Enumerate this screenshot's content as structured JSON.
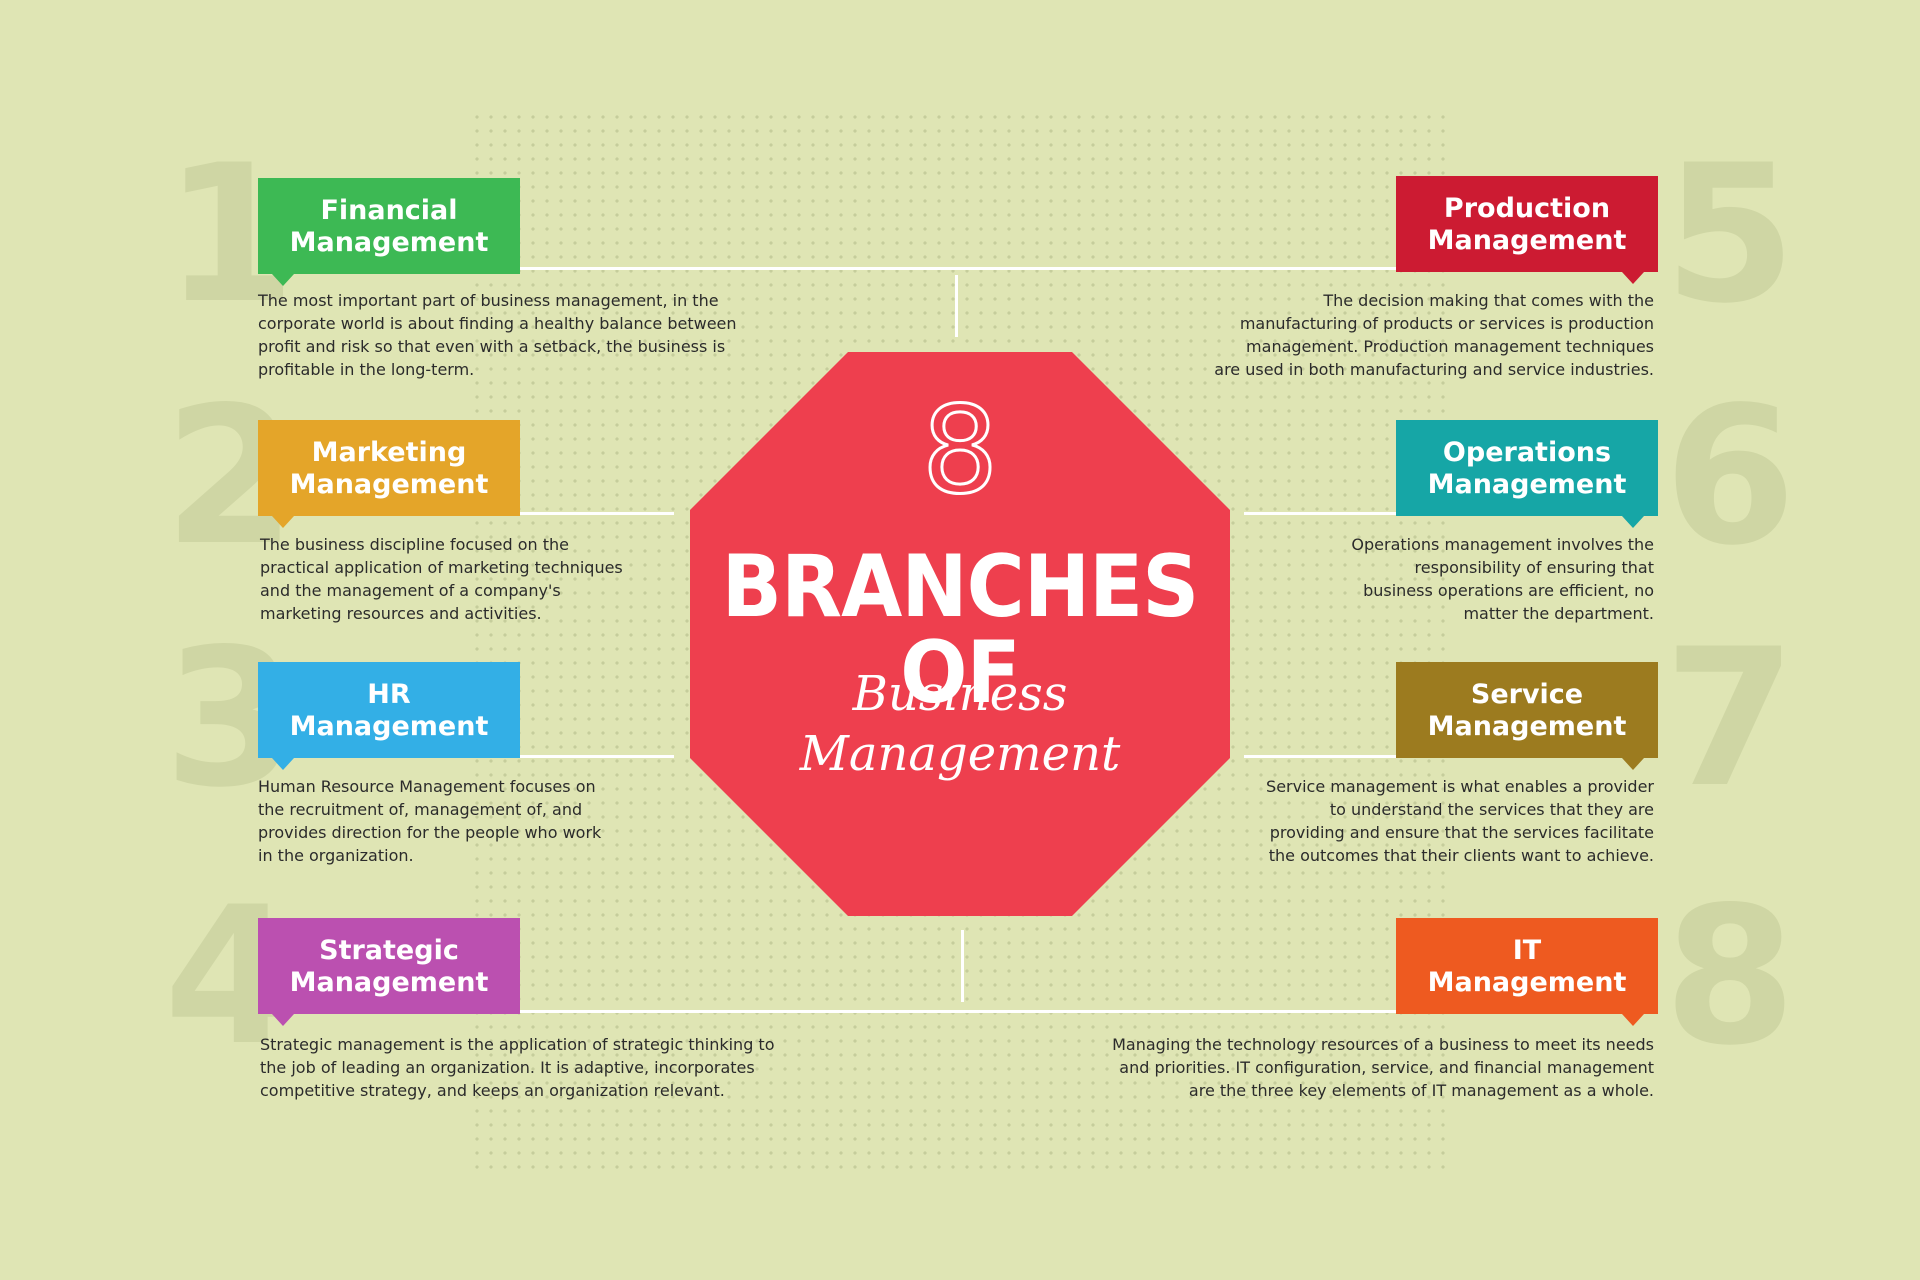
{
  "title": {
    "number": "8",
    "main": "BRANCHES OF",
    "sub_line1": "Business",
    "sub_line2": "Management"
  },
  "colors": {
    "background": "#dfe5b4",
    "octagon": "#ee3f4e",
    "financial": "#3db954",
    "marketing": "#e4a529",
    "hr": "#33afe6",
    "strategic": "#bb50b0",
    "production": "#cc1b32",
    "operations": "#16a6a6",
    "service": "#9c7b1f",
    "it": "#ee5a20"
  },
  "branches": [
    {
      "number": "1",
      "title_line1": "Financial",
      "title_line2": "Management",
      "lines": [
        "The most important part of business management, in the",
        "corporate world is about finding a healthy balance between",
        "profit and risk so that even with a setback, the business is",
        "profitable in the long-term."
      ]
    },
    {
      "number": "2",
      "title_line1": "Marketing",
      "title_line2": "Management",
      "lines": [
        "The business discipline focused on the",
        "practical application of marketing techniques",
        "and the management of a company's",
        "marketing resources and activities."
      ]
    },
    {
      "number": "3",
      "title_line1": "HR",
      "title_line2": "Management",
      "lines": [
        "Human Resource Management focuses on",
        "the recruitment of, management of, and",
        "provides direction for the people who work",
        "in the organization."
      ]
    },
    {
      "number": "4",
      "title_line1": "Strategic",
      "title_line2": "Management",
      "lines": [
        "Strategic management is the application of strategic thinking to",
        "the job of leading an organization. It is adaptive, incorporates",
        "competitive strategy, and keeps an organization relevant."
      ]
    },
    {
      "number": "5",
      "title_line1": "Production",
      "title_line2": "Management",
      "lines": [
        "The decision making that comes with the",
        "manufacturing of products or services is production",
        "management. Production management techniques",
        "are used in both manufacturing and service industries."
      ]
    },
    {
      "number": "6",
      "title_line1": "Operations",
      "title_line2": "Management",
      "lines": [
        "Operations management involves the",
        "responsibility of ensuring that",
        "business operations are efficient, no",
        "matter the department."
      ]
    },
    {
      "number": "7",
      "title_line1": "Service",
      "title_line2": "Management",
      "lines": [
        "Service management is what enables a provider",
        "to understand the services that they are",
        "providing and ensure that the services facilitate",
        "the outcomes that their clients want to achieve."
      ]
    },
    {
      "number": "8",
      "title_line1": "IT",
      "title_line2": "Management",
      "lines": [
        "Managing the technology resources of a business to meet its needs",
        "and priorities. IT configuration, service, and financial management",
        "are the three key elements of IT management as a whole."
      ]
    }
  ]
}
